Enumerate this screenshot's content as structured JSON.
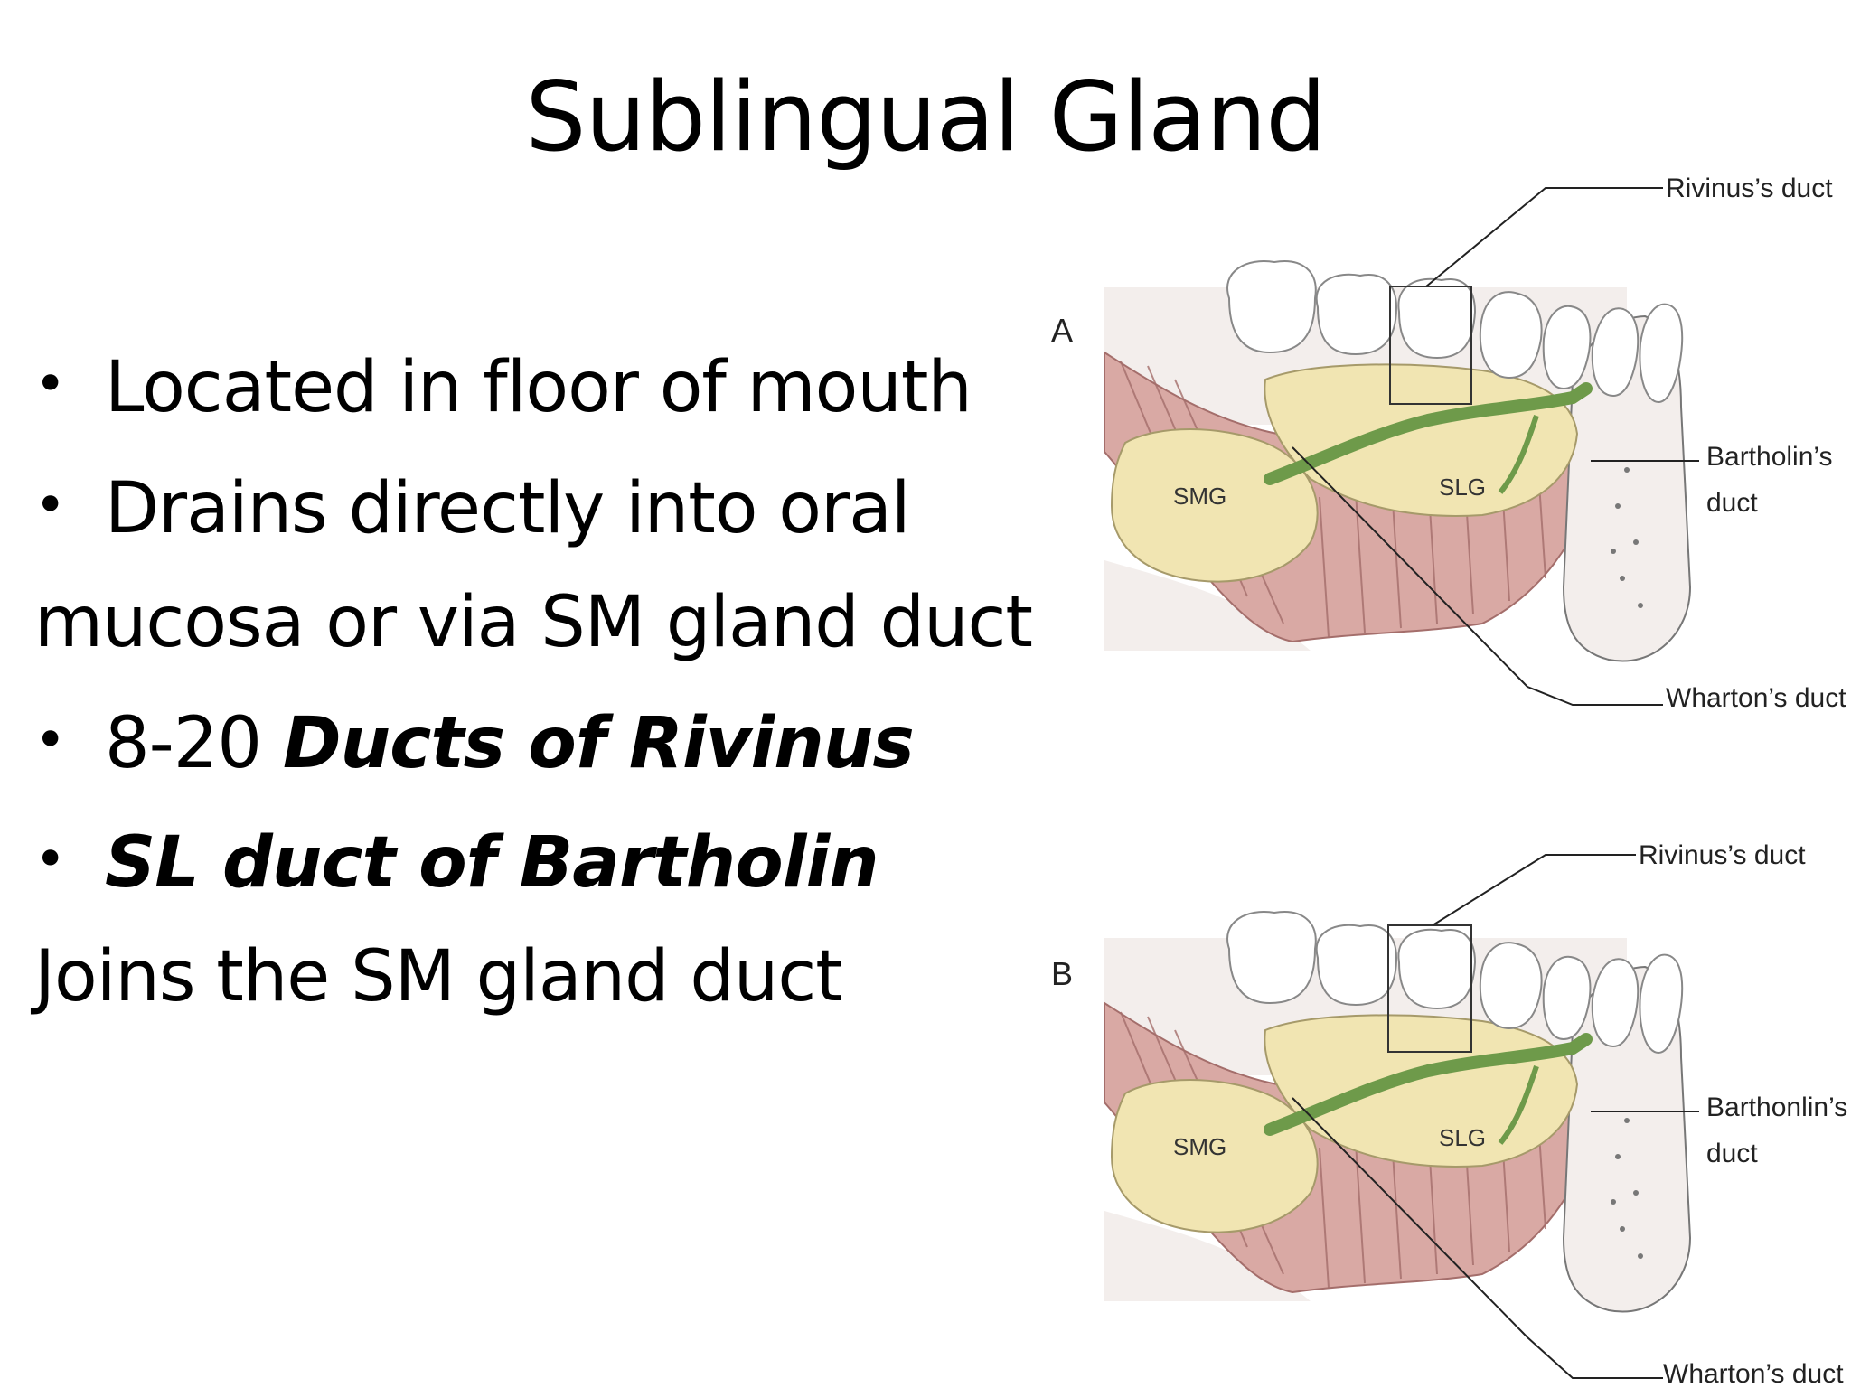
{
  "slide": {
    "title": "Sublingual Gland",
    "bullets": [
      {
        "bullet": "•",
        "text": "Located in floor of mouth"
      },
      {
        "bullet": "•",
        "text": "Drains directly into oral"
      },
      {
        "text": "mucosa or via SM gland duct"
      },
      {
        "bullet": "•",
        "prefix": "8-20 ",
        "emphasis": "Ducts of Rivinus"
      },
      {
        "bullet": "•",
        "emphasis": "SL duct of Bartholin"
      },
      {
        "text": "Joins the SM gland duct"
      }
    ]
  },
  "figure": {
    "panel_a": {
      "panel_label": "A",
      "labels": {
        "rivinus": "Rivinus’s duct",
        "bartholin_1": "Bartholin’s",
        "bartholin_2": "duct",
        "wharton": "Wharton’s duct",
        "smg": "SMG",
        "slg": "SLG"
      }
    },
    "panel_b": {
      "panel_label": "B",
      "labels": {
        "rivinus": "Rivinus’s duct",
        "bartholin_1": "Barthonlin’s",
        "bartholin_2": "duct",
        "wharton": "Wharton’s duct",
        "smg": "SMG",
        "slg": "SLG"
      }
    },
    "colors": {
      "muscle": "#d9a9a4",
      "muscle_line": "#a46e6b",
      "gland": "#f1e5b2",
      "duct": "#6e9a4a",
      "bone": "#f3eeec",
      "tooth": "#ffffff"
    }
  }
}
